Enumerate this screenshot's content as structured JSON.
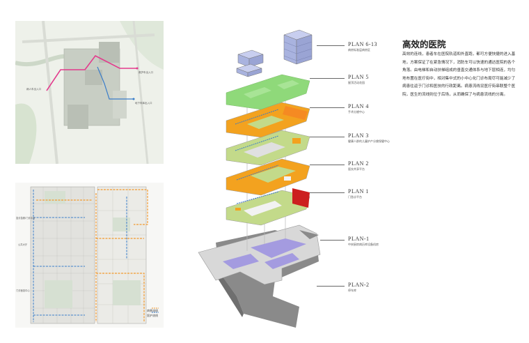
{
  "heading": "高效的医院",
  "paragraph": "高效的连线，患者车在医院轨道和外直跑，都可方便快捷的进入基地，方案保证了在紧急情况下，消防车可以快速的通达医院的各个角落。由电梯和自动扶梯组成的垂直交通体系与地下层相连，均匀地布置在医疗街中，相对集中式的小中心化门诊布局尽可能减少了病患往返于门诊和医技的行政距离。病患流线设医疗街串联整个医院，医生的流线则位于后场，从而确保了与病患流线的分离。",
  "levels": [
    {
      "title": "PLAN 6-13",
      "subtitle": "病房标准层病房区"
    },
    {
      "title": "PLAN 5",
      "subtitle": "屋顶活动花园"
    },
    {
      "title": "PLAN 4",
      "subtitle": "手术分娩中心"
    },
    {
      "title": "PLAN 3",
      "subtitle": "健康人群的儿童护产分娩保健中心"
    },
    {
      "title": "PLAN 2",
      "subtitle": "医技共享平台"
    },
    {
      "title": "PLAN 1",
      "subtitle": "门急诊平台"
    },
    {
      "title": "PLAN-1",
      "subtitle": "中央厨房病历库设备机房"
    },
    {
      "title": "PLAN-2",
      "subtitle": "停车库"
    }
  ],
  "site_plan": {
    "labels": [
      "救护车出入口",
      "病人车出入口",
      "地下车库出入口"
    ]
  },
  "floor_plan": {
    "side_labels": [
      "急诊急救/门诊平台",
      "公共大厅",
      "门诊医技中心"
    ],
    "legend": [
      {
        "label": "病患流线",
        "color": "#f29a2e"
      },
      {
        "label": "医护流线",
        "color": "#3a7dc9"
      }
    ]
  },
  "colors": {
    "ward": "#a9b3df",
    "roof_garden": "#8fd97a",
    "surgery": "#f3a21f",
    "clinic": "#c3da8a",
    "emergency": "#cc1f1f",
    "patient_flow": "#f29a2e",
    "staff_flow": "#3a7dc9",
    "basement": "#8a8a8a",
    "purple": "#a49be0"
  }
}
